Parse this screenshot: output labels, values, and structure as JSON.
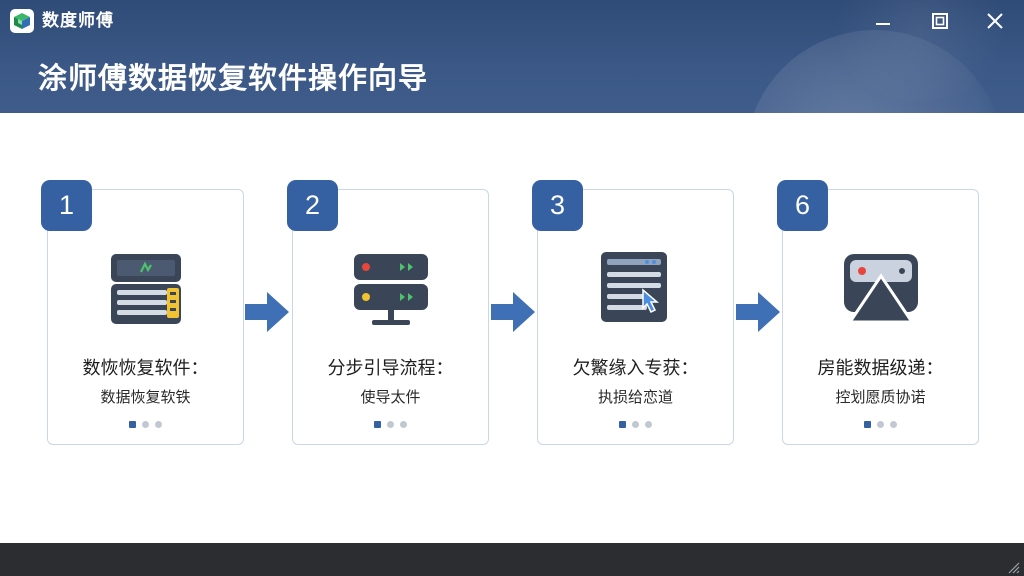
{
  "window": {
    "app_name": "数度师傅",
    "controls": {
      "minimize": "minimize-icon",
      "maximize": "maximize-icon",
      "close": "close-icon"
    }
  },
  "header": {
    "title": "涂师傅数据恢复软件操作向导"
  },
  "steps": [
    {
      "number": "1",
      "title": "数恢恢复软件：",
      "subtitle": "数据恢复软铁",
      "icon": "server-drive-icon",
      "active_dot": 0
    },
    {
      "number": "2",
      "title": "分步引导流程：",
      "subtitle": "使导太件",
      "icon": "monitor-server-icon",
      "active_dot": 0
    },
    {
      "number": "3",
      "title": "欠鰵缘入专获：",
      "subtitle": "执损给恋道",
      "icon": "server-click-icon",
      "active_dot": 0
    },
    {
      "number": "6",
      "title": "房能数据级递：",
      "subtitle": "控划愿质协诺",
      "icon": "drive-eject-icon",
      "active_dot": 0
    }
  ],
  "colors": {
    "header_bg": "#3b5886",
    "badge": "#3561a3",
    "arrow": "#3f70b5",
    "card_border": "#c9d7e8",
    "illus_dark": "#3a4657",
    "accent_green": "#4cc26b",
    "accent_yellow": "#f2c230",
    "accent_red": "#e8463c"
  }
}
